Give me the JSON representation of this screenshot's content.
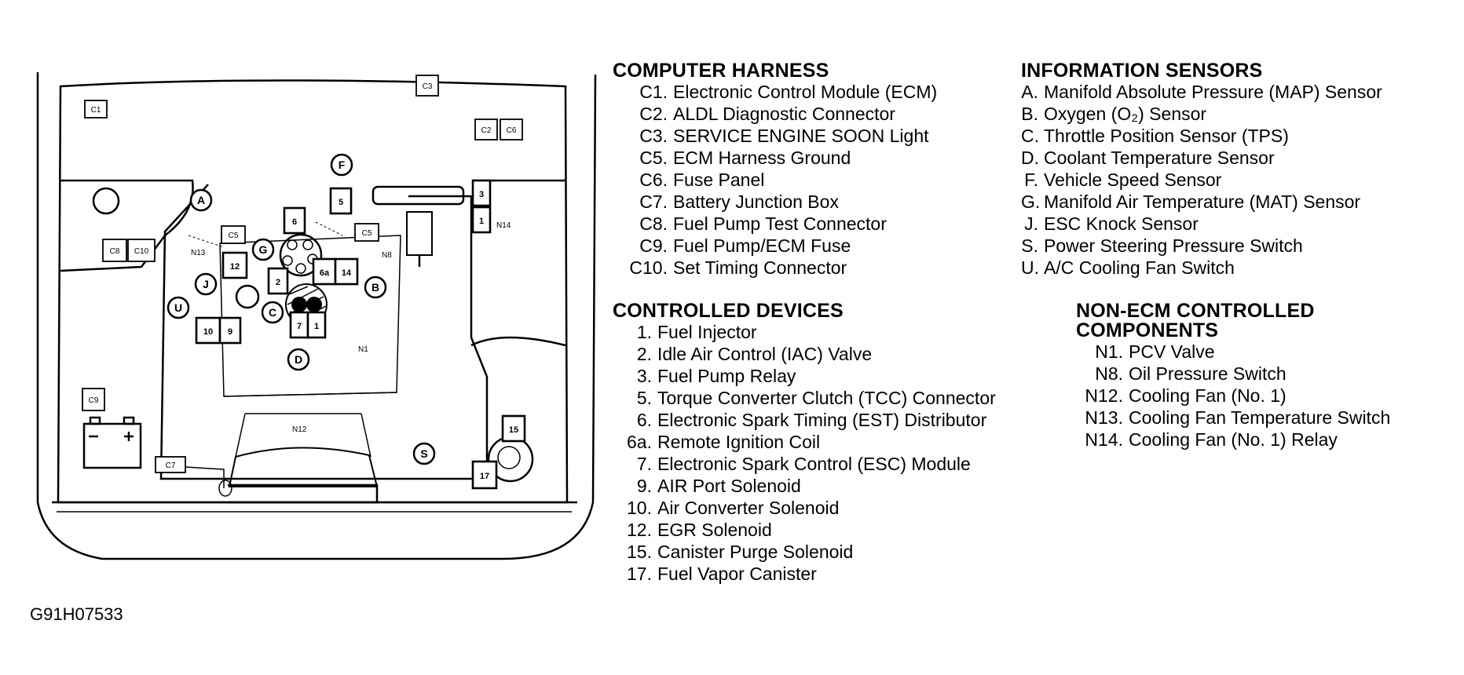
{
  "diagram": {
    "labels": {
      "c1": "C1",
      "c2": "C2",
      "c3": "C3",
      "c5a": "C5",
      "c5b": "C5",
      "c6": "C6",
      "c7": "C7",
      "c8": "C8",
      "c9": "C9",
      "c10": "C10",
      "n1": "N1",
      "n2": "N12",
      "n8": "N8",
      "n13": "N13",
      "n14": "N14",
      "b1": "1",
      "b3": "3",
      "b5": "5",
      "b6": "6",
      "b6a": "6a",
      "b7": "7",
      "b9": "9",
      "b10": "10",
      "b12": "12",
      "b15": "15",
      "b17": "17",
      "b2": "2",
      "b14": "14",
      "cA": "A",
      "cB": "B",
      "cC": "C",
      "cD": "D",
      "cF": "F",
      "cG": "G",
      "cJ": "J",
      "cS": "S",
      "cU": "U"
    }
  },
  "computer_harness": {
    "title": "COMPUTER HARNESS",
    "items": [
      {
        "code": "C1.",
        "label": "Electronic Control Module (ECM)"
      },
      {
        "code": "C2.",
        "label": "ALDL Diagnostic Connector"
      },
      {
        "code": "C3.",
        "label": "SERVICE ENGINE SOON Light"
      },
      {
        "code": "C5.",
        "label": "ECM Harness Ground"
      },
      {
        "code": "C6.",
        "label": "Fuse Panel"
      },
      {
        "code": "C7.",
        "label": "Battery Junction Box"
      },
      {
        "code": "C8.",
        "label": "Fuel Pump Test Connector"
      },
      {
        "code": "C9.",
        "label": "Fuel Pump/ECM Fuse"
      },
      {
        "code": "C10.",
        "label": "Set Timing Connector"
      }
    ]
  },
  "controlled_devices": {
    "title": "CONTROLLED DEVICES",
    "items": [
      {
        "code": "1.",
        "label": "Fuel Injector"
      },
      {
        "code": "2.",
        "label": "Idle Air Control (IAC) Valve"
      },
      {
        "code": "3.",
        "label": "Fuel Pump Relay"
      },
      {
        "code": "5.",
        "label": "Torque Converter Clutch (TCC) Connector"
      },
      {
        "code": "6.",
        "label": "Electronic Spark Timing (EST) Distributor"
      },
      {
        "code": "6a.",
        "label": "Remote Ignition Coil"
      },
      {
        "code": "7.",
        "label": "Electronic Spark Control (ESC) Module"
      },
      {
        "code": "9.",
        "label": "AIR Port Solenoid"
      },
      {
        "code": "10.",
        "label": "Air Converter Solenoid"
      },
      {
        "code": "12.",
        "label": "EGR Solenoid"
      },
      {
        "code": "15.",
        "label": "Canister Purge Solenoid"
      },
      {
        "code": "17.",
        "label": "Fuel Vapor Canister"
      }
    ]
  },
  "information_sensors": {
    "title": "INFORMATION SENSORS",
    "items": [
      {
        "code": "A.",
        "label": "Manifold Absolute Pressure (MAP) Sensor"
      },
      {
        "code": "B.",
        "label": "Oxygen (O₂) Sensor"
      },
      {
        "code": "C.",
        "label": "Throttle Position Sensor (TPS)"
      },
      {
        "code": "D.",
        "label": "Coolant Temperature Sensor"
      },
      {
        "code": "F.",
        "label": "Vehicle Speed Sensor"
      },
      {
        "code": "G.",
        "label": "Manifold Air Temperature (MAT) Sensor"
      },
      {
        "code": "J.",
        "label": "ESC Knock Sensor"
      },
      {
        "code": "S.",
        "label": "Power Steering Pressure Switch"
      },
      {
        "code": "U.",
        "label": "A/C Cooling Fan Switch"
      }
    ]
  },
  "non_ecm_components": {
    "title": "NON-ECM CONTROLLED COMPONENTS",
    "items": [
      {
        "code": "N1.",
        "label": "PCV Valve"
      },
      {
        "code": "N8.",
        "label": "Oil Pressure Switch"
      },
      {
        "code": "N12.",
        "label": "Cooling Fan (No. 1)"
      },
      {
        "code": "N13.",
        "label": "Cooling Fan Temperature Switch"
      },
      {
        "code": "N14.",
        "label": "Cooling Fan (No. 1) Relay"
      }
    ]
  },
  "figure_id": "G91H07533"
}
